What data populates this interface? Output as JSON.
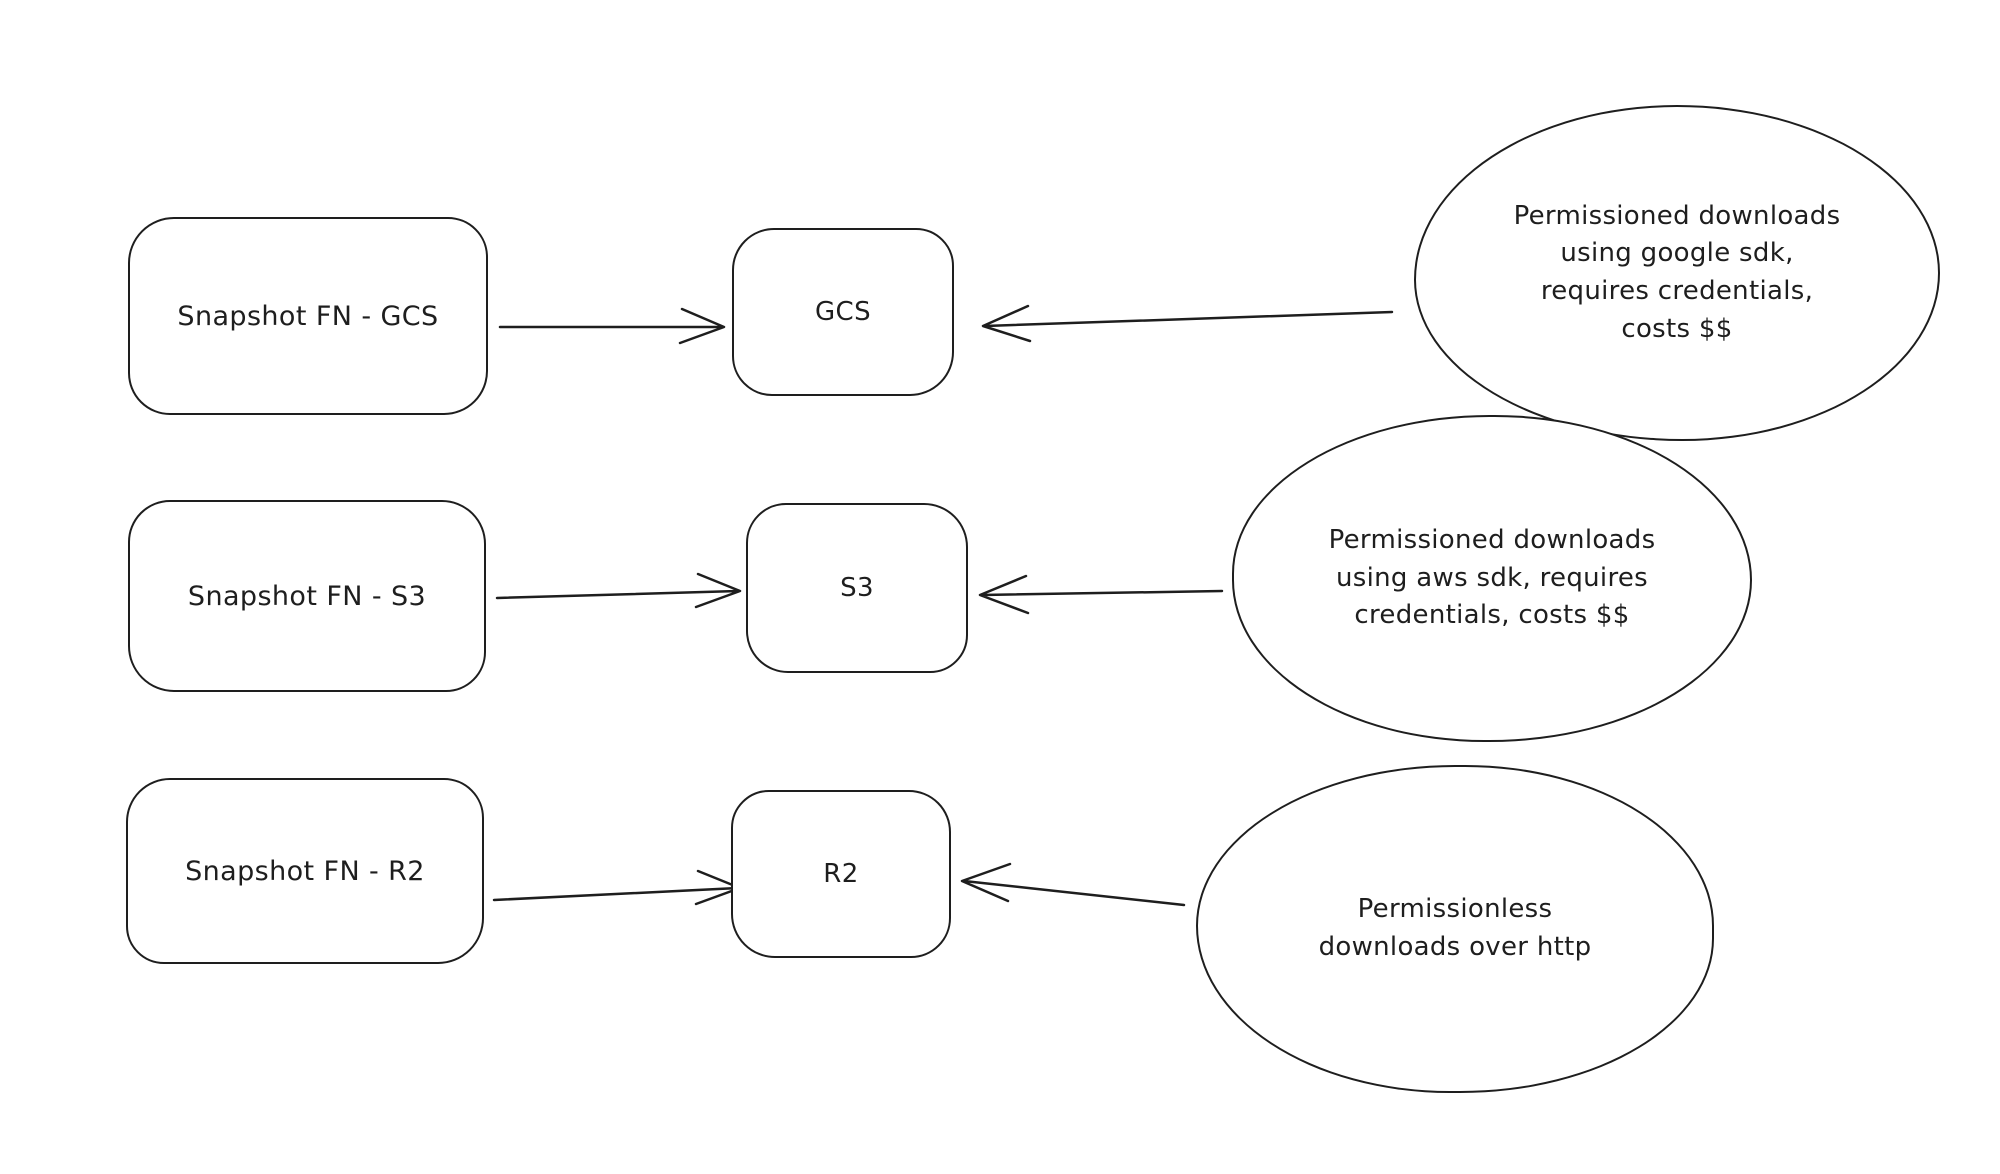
{
  "diagram": {
    "background_color": "#ffffff",
    "stroke_color": "#1e1e1e",
    "rows": [
      {
        "source_label": "Snapshot FN - GCS",
        "store_label": "GCS",
        "note_label": "Permissioned downloads\nusing google sdk,\nrequires credentials,\ncosts $$"
      },
      {
        "source_label": "Snapshot FN - S3",
        "store_label": "S3",
        "note_label": "Permissioned downloads\nusing aws sdk, requires\ncredentials, costs $$"
      },
      {
        "source_label": "Snapshot FN - R2",
        "store_label": "R2",
        "note_label": "Permissionless\ndownloads over http"
      }
    ]
  }
}
